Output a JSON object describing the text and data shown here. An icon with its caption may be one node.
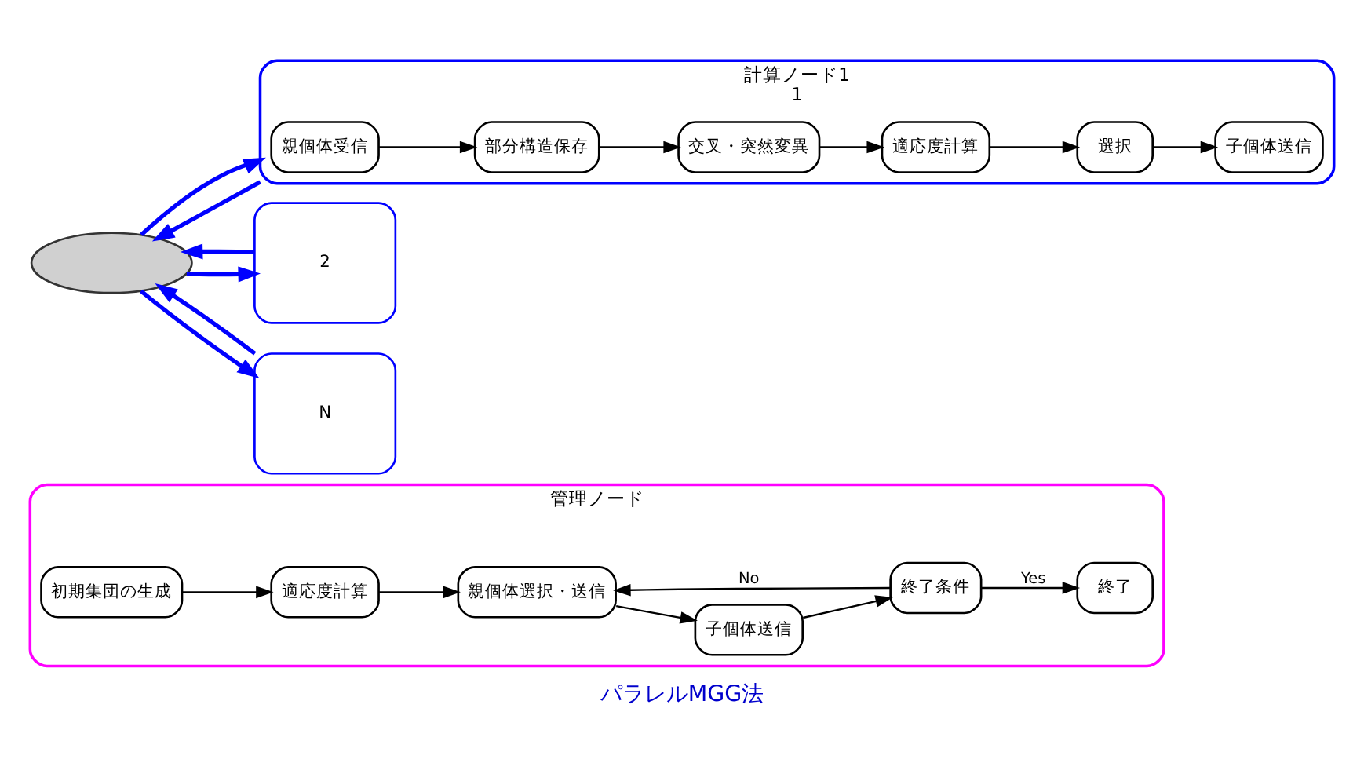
{
  "diagram": {
    "caption": "パラレルMGG法",
    "nodes": [
      {
        "text": [
          "管理ノード"
        ]
      },
      {
        "text": [
          "初期集団の生成"
        ],
        "in": 0
      },
      {
        "text": [
          "適応度計算"
        ],
        "in": 0
      },
      {
        "text": [
          "親個体選択・送信"
        ],
        "in": 0
      },
      {
        "text": [
          "子個体送信"
        ],
        "in": 0
      },
      {
        "text": [
          "終了条件"
        ],
        "in": 0
      },
      {
        "text": [
          "終了"
        ],
        "in": 0
      },
      {
        "text": [],
        "shape": "ellipse"
      },
      {
        "text": [
          "計算ノード1",
          "1"
        ]
      },
      {
        "text": [
          "親個体受信"
        ],
        "in": 8
      },
      {
        "text": [
          "部分構造保存"
        ],
        "in": 8
      },
      {
        "text": [
          "交叉・突然変異"
        ],
        "in": 8
      },
      {
        "text": [
          "適応度計算"
        ],
        "in": 8
      },
      {
        "text": [
          "選択"
        ],
        "in": 8
      },
      {
        "text": [
          "子個体送信"
        ],
        "in": 8
      },
      {
        "text": [
          "2"
        ]
      },
      {
        "text": [
          "N"
        ]
      }
    ],
    "edges": [
      {
        "from": 1,
        "to": 2,
        "arrow": "to"
      },
      {
        "from": 2,
        "to": 3,
        "arrow": "to"
      },
      {
        "from": 3,
        "to": 4,
        "arrow": "to"
      },
      {
        "from": 4,
        "to": 5,
        "arrow": "to"
      },
      {
        "from": 5,
        "to": 3,
        "arrow": "to",
        "label": "No"
      },
      {
        "from": 5,
        "to": 6,
        "arrow": "to",
        "label": "Yes"
      },
      {
        "from": 7,
        "to": 8,
        "arrow": "to",
        "style": "thick",
        "color": "#0000ff"
      },
      {
        "from": 7,
        "to": 15,
        "arrow": "to",
        "style": "thick",
        "color": "#0000ff"
      },
      {
        "from": 7,
        "to": 16,
        "arrow": "to",
        "style": "thick",
        "color": "#0000ff"
      },
      {
        "from": 9,
        "to": 10,
        "arrow": "to"
      },
      {
        "from": 10,
        "to": 11,
        "arrow": "to"
      },
      {
        "from": 11,
        "to": 12,
        "arrow": "to"
      },
      {
        "from": 12,
        "to": 13,
        "arrow": "to"
      },
      {
        "from": 13,
        "to": 14,
        "arrow": "to"
      },
      {
        "from": 8,
        "to": 7,
        "arrow": "to",
        "style": "thick",
        "color": "#0000ff"
      },
      {
        "from": 15,
        "to": 7,
        "arrow": "to",
        "style": "thick",
        "color": "#0000ff"
      },
      {
        "from": 16,
        "to": 7,
        "arrow": "to",
        "style": "thick",
        "color": "#0000ff"
      }
    ]
  }
}
